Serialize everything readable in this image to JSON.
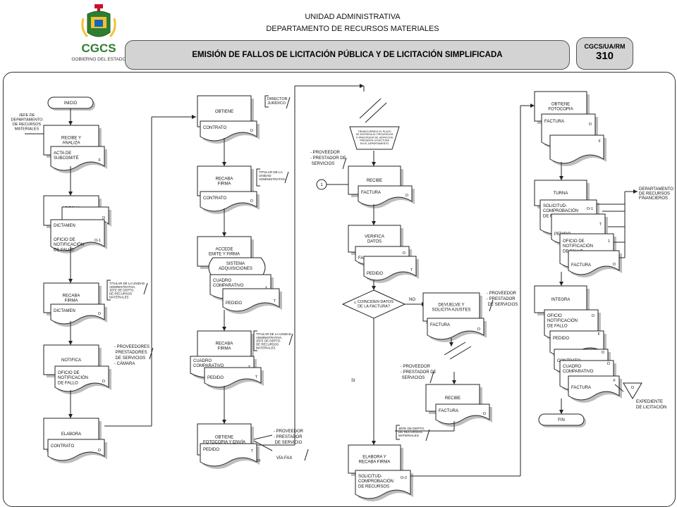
{
  "header": {
    "unit": "UNIDAD ADMINISTRATIVA",
    "department": "DEPARTAMENTO DE RECURSOS MATERIALES",
    "title": "EMISIÓN DE FALLOS DE LICITACIÓN PÚBLICA Y DE LICITACIÓN SIMPLIFICADA",
    "code_label": "CGCS/UA/RM",
    "code_number": "310",
    "logo_text": "CGCS",
    "logo_subtext": "GOBIERNO DEL ESTADO"
  },
  "colors": {
    "shadow": "#bdbdbd",
    "box": "#ffffff",
    "stroke": "#222222",
    "panel": "#d3d3d3"
  },
  "col1": {
    "terminal_start": "INICIO",
    "actor_head": [
      "JEFE DE",
      "DEPARTAMENTO",
      "DE RECURSOS",
      "MATERIALES"
    ],
    "p1": [
      "RECIBE Y",
      "ANALIZA"
    ],
    "p1_doc": [
      "ACTA DE",
      "SUBCOMITÉ"
    ],
    "p1_doc_mark": "F",
    "p2": [
      "ADECUA",
      "Y FIRMA"
    ],
    "p2_doc1": "DICTAMEN",
    "p2_doc1_mark": "O",
    "p2_doc2": [
      "OFICIO DE",
      "NOTIFICACIÓN",
      "DE FALLO"
    ],
    "p2_doc2_mark": "O-1",
    "p3": [
      "RECABA",
      "FIRMA"
    ],
    "p3_doc": "DICTAMEN",
    "p3_doc_mark": "O",
    "p3_actor": [
      "TITULAR DE LA UNIDAD",
      "ADMINISTRATIVA,",
      "JEFE DE DEPTO.",
      "DE RECURSOS",
      "MATERIALES"
    ],
    "p4": "NOTIFICA",
    "p4_doc": [
      "OFICIO DE",
      "NOTIFICACIÓN",
      "DE FALLO"
    ],
    "p4_doc_mark": "O",
    "p4_actor": [
      "- PROVEEDORES",
      "  PRESTADORES",
      "  DE SERVICIOS",
      "- CÁMARA"
    ],
    "p5": "ELABORA",
    "p5_doc": "CONTRATO",
    "p5_doc_mark": "O"
  },
  "col2": {
    "p1": "OBTIENE",
    "p1_doc": "CONTRATO",
    "p1_doc_mark": "O",
    "p1_actor": [
      "DIRECTOR",
      "JURÍDICO"
    ],
    "p2": [
      "RECABA",
      "FIRMA"
    ],
    "p2_doc": "CONTRATO",
    "p2_doc_mark": "O",
    "p2_actor": [
      "TITULAR DE LA",
      "UNIDAD",
      "ADMINISTRATIVA"
    ],
    "p3": [
      "ACCEDE",
      "EMITE Y FIRMA"
    ],
    "p3_system": [
      "SISTEMA",
      "ADQUISICIONES"
    ],
    "p3_doc1": [
      "CUADRO",
      "COMPARATIVO"
    ],
    "p3_doc1_mark": "T",
    "p3_doc2": "PEDIDO",
    "p3_doc2_mark": "T",
    "p4": [
      "RECABA",
      "FIRMA"
    ],
    "p4_doc1": [
      "CUADRO",
      "COMPARATIVO"
    ],
    "p4_doc1_mark": "T",
    "p4_doc2": "PEDIDO",
    "p4_doc2_mark": "T",
    "p4_actor": [
      "TITULAR DE LA UNIDAD",
      "ADMINISTRATIVA,",
      "JEFE DE DEPTO.",
      "DE RECURSOS",
      "MATERIALES"
    ],
    "p5": [
      "OBTIENE",
      "FOTOCOPIA Y ENVÍA"
    ],
    "p5_doc": "PEDIDO",
    "p5_doc_mark": "T",
    "p5_doc_mark2": "2F",
    "p5_actor": [
      "- PROVEEDOR",
      "- PRESTADOR",
      "  DE SERVICIO"
    ],
    "p5_via": "VÍA FAX"
  },
  "col3": {
    "note": [
      "TRANSCURRIDO EL PLAZO",
      "DE ENTREGA EL PROVEEDOR",
      "O PRESTADOR DE SERVICIOS",
      "PRESENTA LA FACTURA",
      "EN EL DEPARTAMENTO"
    ],
    "connector": "1",
    "p1": "RECIBE",
    "p1_doc": "FACTURA",
    "p1_doc_mark": "O",
    "p1_actor": [
      "- PROVEEDOR",
      "- PRESTADOR DE",
      "  SERVICIOS"
    ],
    "p2": [
      "VERIFICA",
      "DATOS"
    ],
    "p2_doc1": "FACTURA",
    "p2_doc1_mark": "O",
    "p2_doc2": "PEDIDO",
    "p2_doc2_mark": "T",
    "decision": [
      "¿ COINCIDEN DATOS",
      "DE LA FACTURA?"
    ],
    "no_label": "NO",
    "yes_label": "SI",
    "p3": [
      "DEVUELVE Y",
      "SOLICITA AJUSTES"
    ],
    "p3_doc": "FACTURA",
    "p3_doc_mark": "O",
    "p3_actor": [
      "- PROVEEDOR",
      "- PRESTADOR",
      "  DE SERVICIOS"
    ],
    "p4": "RECIBE",
    "p4_doc": "FACTURA",
    "p4_doc_mark": "O",
    "p4_actor": [
      "- PROVEEDOR",
      "- PRESTADOR DE",
      "  SERVICIOS"
    ],
    "p5": [
      "ELABORA Y",
      "RECABA FIRMA"
    ],
    "p5_doc": [
      "SOLICITUD-",
      "COMPROBACIÓN",
      "DE RECURSOS"
    ],
    "p5_doc_mark": "O-2",
    "p5_actor": [
      "JEFE DE DEPTO.",
      "DE RECURSOS",
      "MATERIALES"
    ]
  },
  "col4": {
    "p1": [
      "OBTIENE",
      "FOTOCOPIA"
    ],
    "p1_doc1": "FACTURA",
    "p1_doc1_mark": "O",
    "p1_doc2_mark": "F",
    "p2": "TURNA",
    "p2_doc1": [
      "SOLICITUD-",
      "COMPROBACIÓN",
      "DE RECURSOS"
    ],
    "p2_doc1_mark": "O-1",
    "p2_doc2": "PEDIDO",
    "p2_doc2_mark": "T",
    "p2_doc3": [
      "OFICIO DE",
      "NOTIFICACIÓN",
      "DE FALLO"
    ],
    "p2_doc3_mark": "1",
    "p2_doc4": "FACTURA",
    "p2_doc4_mark": "O",
    "p2_actor": [
      "DEPARTAMENTO",
      "DE RECURSOS",
      "FINANCIEROS"
    ],
    "p3": "INTEGRA",
    "p3_doc1": [
      "OFICIO",
      "NOTIFICACIÓN",
      "DE FALLO"
    ],
    "p3_doc1_mark": "O",
    "p3_doc2": "PEDIDO",
    "p3_doc2_mark": "F",
    "p3_doc3": "CONTRATO",
    "p3_doc3_mark": "O",
    "p3_doc4": [
      "CUADRO",
      "COMPARATIVO"
    ],
    "p3_doc4_mark": "O",
    "p3_doc5": "FACTURA",
    "p3_doc5_mark": "F",
    "archive_mark": "O",
    "archive": [
      "EXPEDIENTE",
      "DE LICITACIÓN"
    ],
    "terminal_end": "FIN"
  }
}
